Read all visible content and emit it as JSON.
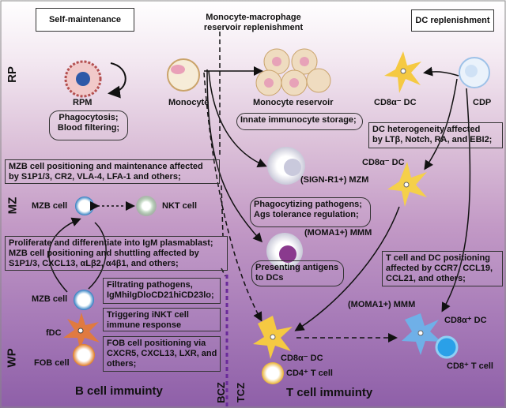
{
  "headers": {
    "self": "Self-maintenance",
    "mono": "Monocyte-macrophage reservoir replenishment",
    "dc": "DC replenishment"
  },
  "zones": {
    "rp": "RP",
    "mz": "MZ",
    "wp": "WP",
    "bcz": "BCZ",
    "tcz": "TCZ"
  },
  "cells": {
    "rpm": "RPM",
    "monocyte": "Monocyte",
    "reservoir": "Monocyte reservoir",
    "cd8neg_top": "CD8α⁻ DC",
    "cdp": "CDP",
    "mzb_mz": "MZB cell",
    "nkt": "NKT cell",
    "mzm": "(SIGN-R1+) MZM",
    "cd8neg_mid": "CD8α⁻ DC",
    "mmm": "(MOMA1+) MMM",
    "mzb_wp": "MZB cell",
    "fdc": "fDC",
    "fob": "FOB cell",
    "cd8neg_bot": "CD8α⁻ DC",
    "cd4": "CD4⁺ T cell",
    "mmm_bot": "(MOMA1+) MMM",
    "cd8pos": "CD8α⁺ DC",
    "cd8t": "CD8⁺ T cell"
  },
  "boxes": {
    "phago": "Phagocytosis;\nBlood filtering;",
    "innate": "Innate immunocyte storage;",
    "dchet": "DC heterogeneity affected\nby LTβ, Notch, RA, and EBI2;",
    "mzbmaint": "MZB cell positioning and maintenance affected\nby S1P1/3, CR2, VLA-4, LFA-1 and others;",
    "prolif": "Proliferate and differentiate into IgM plasmablast;\nMZB cell positioning and shuttling affected by\nS1P1/3, CXCL13, αLβ2, α4β1, and others;",
    "phagpath": "Phagocytizing pathogens;\nAgs tolerance regulation;",
    "present": "Presenting antigens\nto DCs",
    "tcelldc": "T cell and DC positioning\naffected by CCR7, CCL19,\nCCL21, and others;",
    "filtr": "Filtrating pathogens,\nIgMhiIgDloCD21hiCD23lo;",
    "inkt": "Triggering iNKT cell\nimmune response",
    "fobpos": "FOB cell positioning via\nCXCR5, CXCL13, LXR, and\nothers;"
  },
  "footer": {
    "b": "B cell immuinty",
    "t": "T cell immuinty"
  }
}
